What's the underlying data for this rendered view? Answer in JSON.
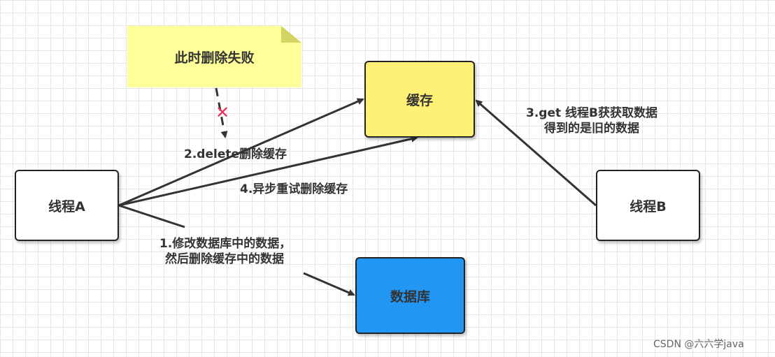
{
  "nodes": {
    "thread_a": "线程A",
    "thread_b": "线程B",
    "cache": "缓存",
    "database": "数据库"
  },
  "note": {
    "text": "此时删除失败",
    "mark": "✕"
  },
  "edges": {
    "delete": "2.delete删除缓存",
    "retry": "4.异步重试删除缓存",
    "modify_line1": "1.修改数据库中的数据，",
    "modify_line2": "然后删除缓存中的数据",
    "get_line1": "3.get 线程B获获取数据",
    "get_line2": "得到的是旧的数据"
  },
  "colors": {
    "cache_fill": "#fff176",
    "database_fill": "#2196f3",
    "note_fill": "#ffff99",
    "cross_mark": "#e8315a",
    "arrow": "#333333"
  },
  "watermark": "CSDN @六六学java"
}
